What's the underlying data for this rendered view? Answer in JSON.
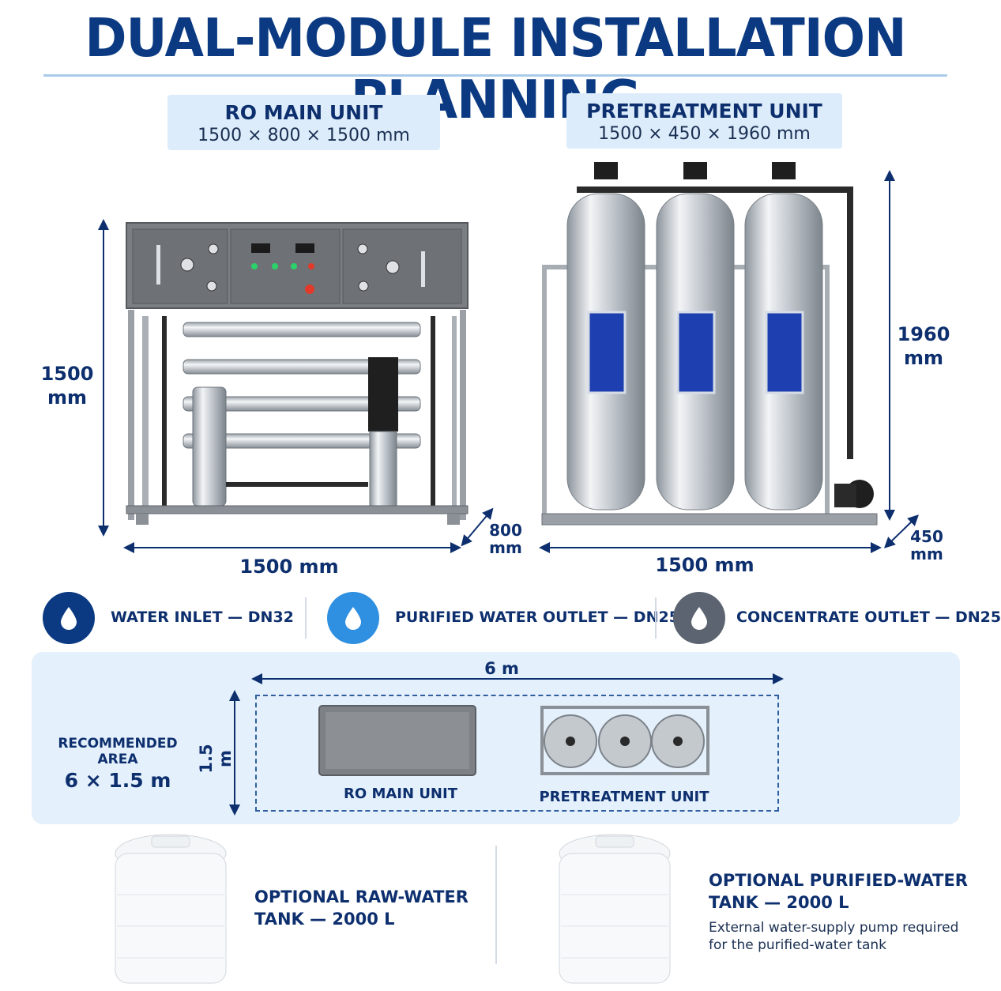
{
  "title": "DUAL-MODULE INSTALLATION PLANNING",
  "ro_unit": {
    "name": "RO MAIN UNIT",
    "dimensions": "1500 × 800 × 1500 mm",
    "height_label_value": "1500",
    "height_label_unit": "mm",
    "width_label": "1500 mm",
    "depth_label_value": "800",
    "depth_label_unit": "mm"
  },
  "pre_unit": {
    "name": "PRETREATMENT UNIT",
    "dimensions": "1500 × 450 × 1960 mm",
    "height_label_value": "1960",
    "height_label_unit": "mm",
    "width_label": "1500 mm",
    "depth_label_value": "450",
    "depth_label_unit": "mm"
  },
  "connections": [
    {
      "label": "WATER INLET — DN32",
      "icon": "water-drop-icon",
      "color": "#0b3a82"
    },
    {
      "label": "PURIFIED WATER OUTLET — DN25",
      "icon": "water-drop-icon",
      "color": "#2f8fe0"
    },
    {
      "label": "CONCENTRATE OUTLET — DN25",
      "icon": "water-drop-icon",
      "color": "#5b6470"
    }
  ],
  "plan": {
    "area_label": "RECOMMENDED AREA",
    "area_value": "6 × 1.5 m",
    "length_label": "6 m",
    "width_label": "1.5 m",
    "ro_label": "RO MAIN UNIT",
    "pre_label": "PRETREATMENT UNIT"
  },
  "tanks": {
    "raw_line1": "OPTIONAL RAW-WATER",
    "raw_line2": "TANK — 2000 L",
    "purified_line1": "OPTIONAL PURIFIED-WATER",
    "purified_line2": "TANK — 2000 L",
    "note_line1": "External water-supply pump required",
    "note_line2": "for the purified-water tank"
  },
  "colors": {
    "navy": "#0b3a82",
    "light_blue": "#dcecfa",
    "panel_bg": "#e4f0fb"
  }
}
